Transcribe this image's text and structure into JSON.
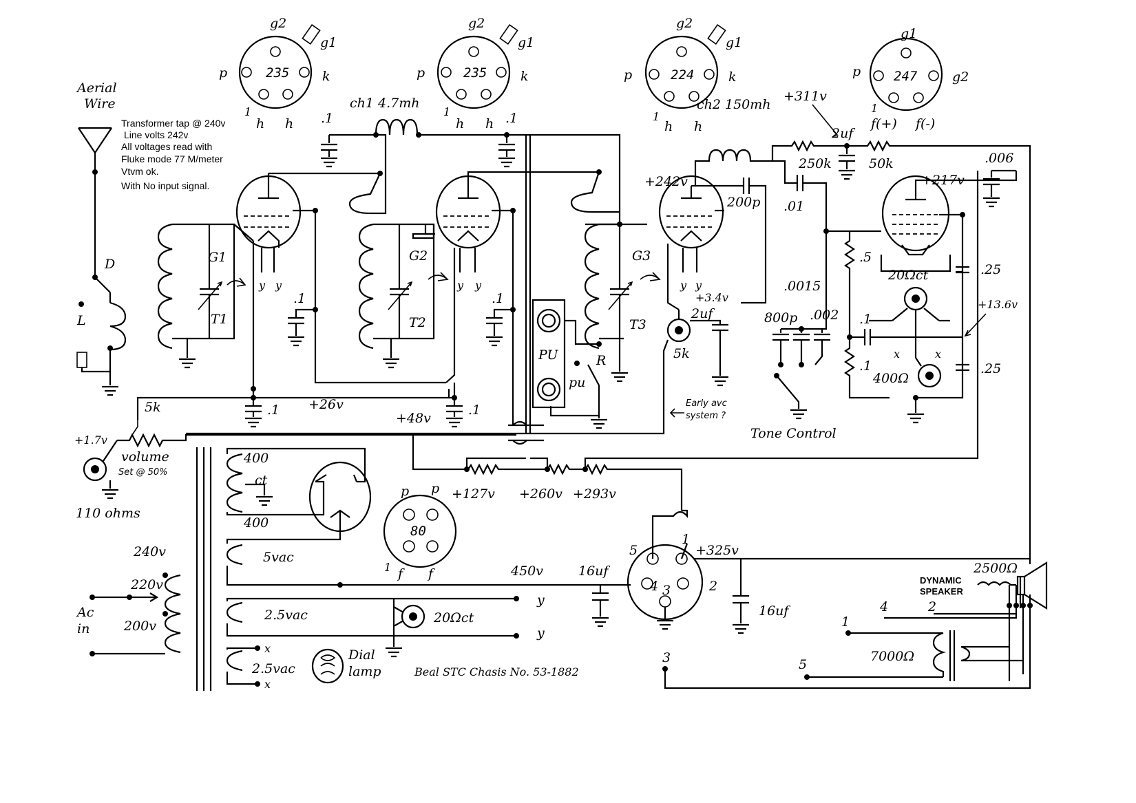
{
  "notes": {
    "line1": "Transformer tap @ 240v",
    "line2": "Line volts 242v",
    "line3": "All voltages read with",
    "line4": "Fluke mode  77 M/meter",
    "line5": "Vtvm ok.",
    "line6": "With No input signal."
  },
  "aerial": {
    "line1": "Aerial",
    "line2": "Wire",
    "switch_d": "D",
    "coil_l": "L"
  },
  "tubes": {
    "v1": {
      "type": "235",
      "p": "p",
      "k": "k",
      "g1": "g1",
      "g2": "g2",
      "pin1": "1",
      "h1": "h",
      "h2": "h"
    },
    "v2": {
      "type": "235",
      "p": "p",
      "k": "k",
      "g1": "g1",
      "g2": "g2",
      "pin1": "1",
      "h1": "h",
      "h2": "h"
    },
    "v3": {
      "type": "224",
      "p": "p",
      "k": "k",
      "g1": "g1",
      "g2": "g2",
      "pin1": "1",
      "h1": "h",
      "h2": "h"
    },
    "v4": {
      "type": "247",
      "p": "p",
      "g1": "g1",
      "g2": "g2",
      "pin1": "1",
      "f1": "f(+)",
      "f2": "f(-)"
    },
    "rect": {
      "type": "80",
      "p1": "p",
      "p2": "p",
      "pin1": "1",
      "f1": "f",
      "f2": "f"
    }
  },
  "components": {
    "ch1": "ch1 4.7mh",
    "ch2": "ch2 150mh",
    "g1": "G1",
    "t1": "T1",
    "g2": "G2",
    "t2": "T2",
    "g3": "G3",
    "t3": "T3",
    "cap_01": ".1",
    "cap_200p": "200p",
    "cap_dot01": ".01",
    "cap_2uf": "2uf",
    "cap_0015": ".0015",
    "cap_800p": "800p",
    "cap_002": ".002",
    "cap_025": ".25",
    "cap_006": ".006",
    "res_250k": "250k",
    "res_50k": "50k",
    "res_5k": "5k",
    "res_05": ".5",
    "ct20": "20Ωct",
    "r400": "400Ω",
    "x": "x",
    "pu": "PU",
    "pu_small": "pu",
    "r_label": "R",
    "early_avc_1": "Early avc",
    "early_avc_2": "system ?",
    "tone_control": "Tone Control",
    "volume": "volume",
    "volume_set": "Set @ 50%",
    "ohms110": "110 ohms",
    "c16uf": "16uf",
    "ct": "ct",
    "t400": "400",
    "vac5": "5vac",
    "vac25": "2.5vac",
    "v450": "450v",
    "y": "y",
    "dial": "Dial",
    "lamp": "lamp",
    "ac1": "Ac",
    "ac2": "in",
    "tap240": "240v",
    "tap220": "220v",
    "tap200": "200v",
    "dyn1": "DYNAMIC",
    "dyn2": "SPEAKER",
    "field": "2500Ω",
    "r7000": "7000Ω",
    "plug1": "1",
    "plug2": "2",
    "plug3": "3",
    "plug4": "4",
    "plug5": "5"
  },
  "voltages": {
    "v311": "+311v",
    "v242": "+242v",
    "v217": "+217v",
    "v34": "+3.4v",
    "v136": "+13.6v",
    "v26": "+26v",
    "v48": "+48v",
    "v17": "+1.7v",
    "v127": "+127v",
    "v260": "+260v",
    "v293": "+293v",
    "v325": "+325v"
  },
  "caption": "Beal  STC Chasis No.  53-1882"
}
